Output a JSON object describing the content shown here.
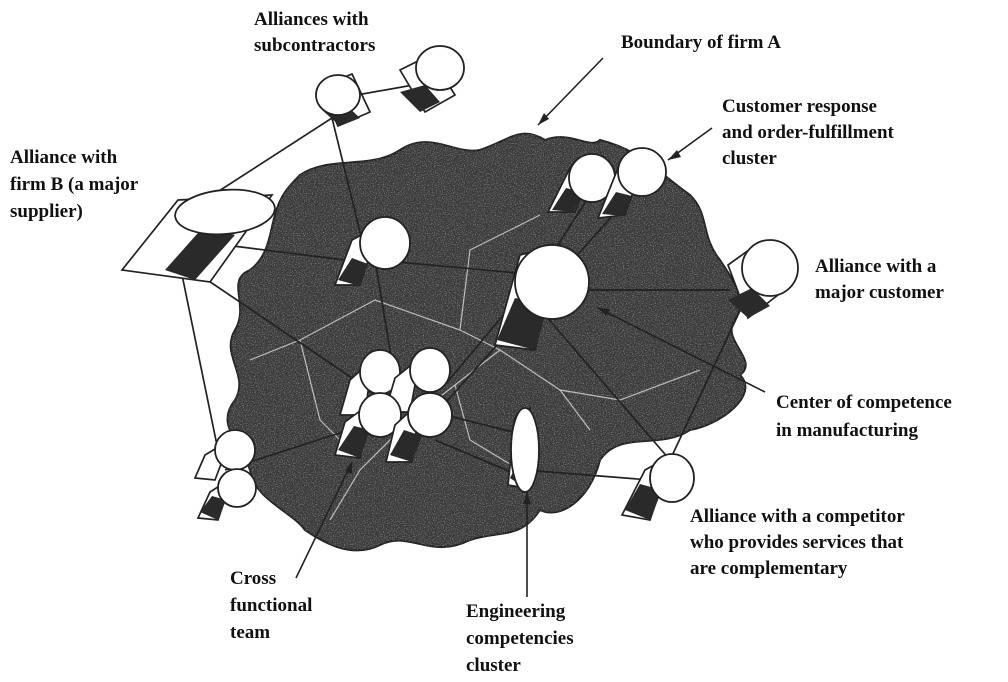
{
  "labels": {
    "alliances_subcontractors": [
      "Alliances with",
      "subcontractors"
    ],
    "boundary_firm_a": [
      "Boundary of firm A"
    ],
    "customer_response": [
      "Customer response",
      "and order-fulfillment",
      "cluster"
    ],
    "alliance_firm_b": [
      "Alliance with",
      "firm B (a major",
      "supplier)"
    ],
    "alliance_major_customer": [
      "Alliance with a",
      "major customer"
    ],
    "center_competence": [
      "Center of competence",
      "in manufacturing"
    ],
    "alliance_competitor": [
      "Alliance with a competitor",
      "who provides services that",
      "are complementary"
    ],
    "cross_functional": [
      "Cross",
      "functional",
      "team"
    ],
    "engineering_cluster": [
      "Engineering",
      "competencies",
      "cluster"
    ]
  },
  "colors": {
    "region_fill": "#3a3a3a",
    "region_speckle": "#8a8a8a",
    "line": "#222222",
    "cylinder_dark": "#2a2a2a"
  }
}
